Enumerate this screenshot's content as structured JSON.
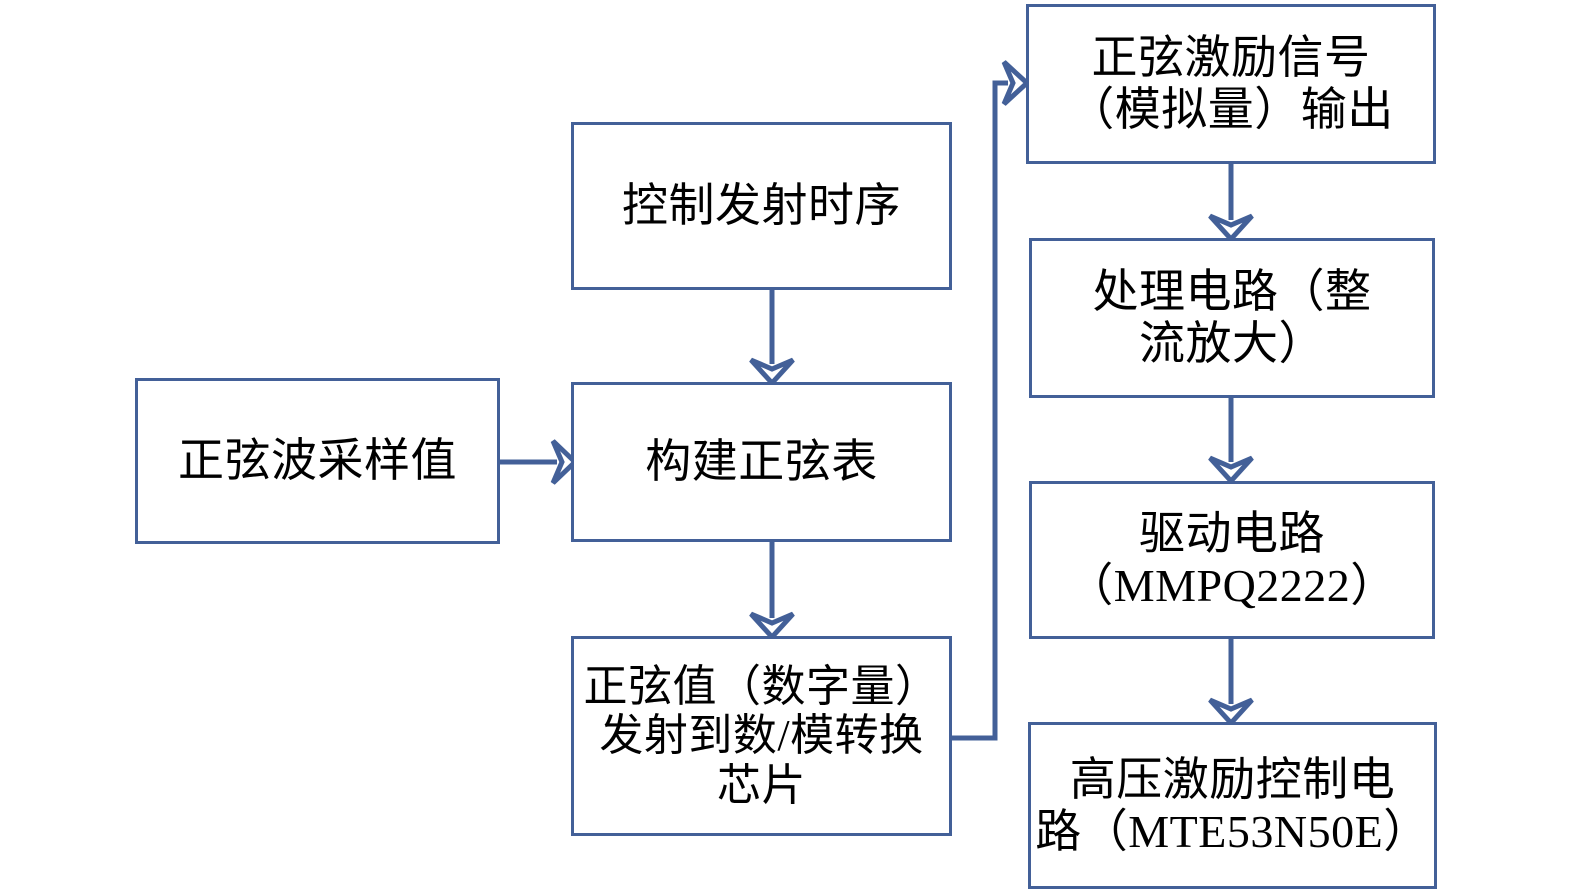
{
  "diagram": {
    "title": "",
    "accent_color": "#436098",
    "background_color": "#ffffff",
    "text_color": "#000000",
    "type": "flowchart",
    "nodes": [
      {
        "id": "sine-sample",
        "label": "正弦波采样值"
      },
      {
        "id": "ctrl-timing",
        "label": "控制发射时序"
      },
      {
        "id": "build-table",
        "label": "构建正弦表"
      },
      {
        "id": "dac-send",
        "label": "正弦值（数字量）\n发射到数/模转换\n芯片"
      },
      {
        "id": "sine-out",
        "label": "正弦激励信号\n（模拟量）输出"
      },
      {
        "id": "process-ckt",
        "label": "处理电路（整\n流放大）"
      },
      {
        "id": "driver-ckt",
        "label": "驱动电路\n（MMPQ2222）"
      },
      {
        "id": "hv-ckt",
        "label": "高压激励控制电\n路（MTE53N50E）"
      }
    ],
    "edges": [
      {
        "from": "sine-sample",
        "to": "build-table",
        "direction": "right"
      },
      {
        "from": "ctrl-timing",
        "to": "build-table",
        "direction": "down"
      },
      {
        "from": "build-table",
        "to": "dac-send",
        "direction": "down"
      },
      {
        "from": "dac-send",
        "to": "sine-out",
        "direction": "elbow-right-up"
      },
      {
        "from": "sine-out",
        "to": "process-ckt",
        "direction": "down"
      },
      {
        "from": "process-ckt",
        "to": "driver-ckt",
        "direction": "down"
      },
      {
        "from": "driver-ckt",
        "to": "hv-ckt",
        "direction": "down"
      }
    ]
  }
}
